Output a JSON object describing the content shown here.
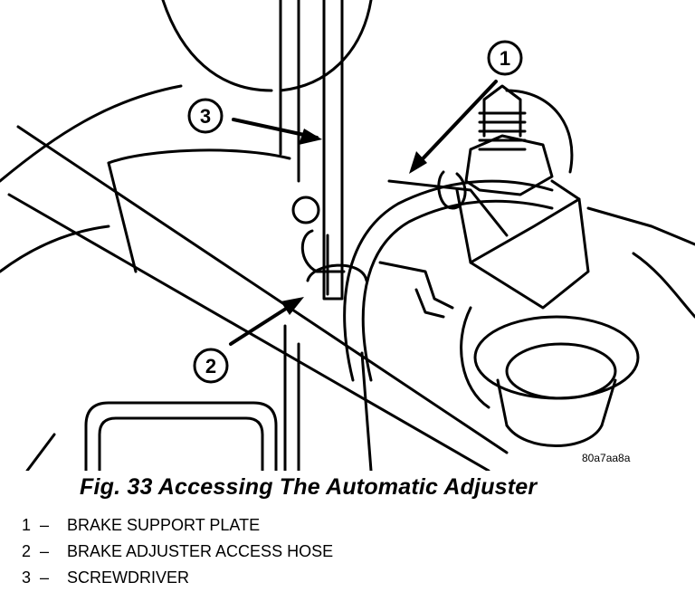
{
  "figure": {
    "callouts": [
      "1",
      "2",
      "3"
    ],
    "image_code": "80a7aa8a"
  },
  "caption": "Fig. 33 Accessing The Automatic Adjuster",
  "legend": [
    {
      "num": "1",
      "dash": "–",
      "text": "BRAKE SUPPORT PLATE"
    },
    {
      "num": "2",
      "dash": "–",
      "text": "BRAKE ADJUSTER ACCESS HOSE"
    },
    {
      "num": "3",
      "dash": "–",
      "text": "SCREWDRIVER"
    }
  ]
}
